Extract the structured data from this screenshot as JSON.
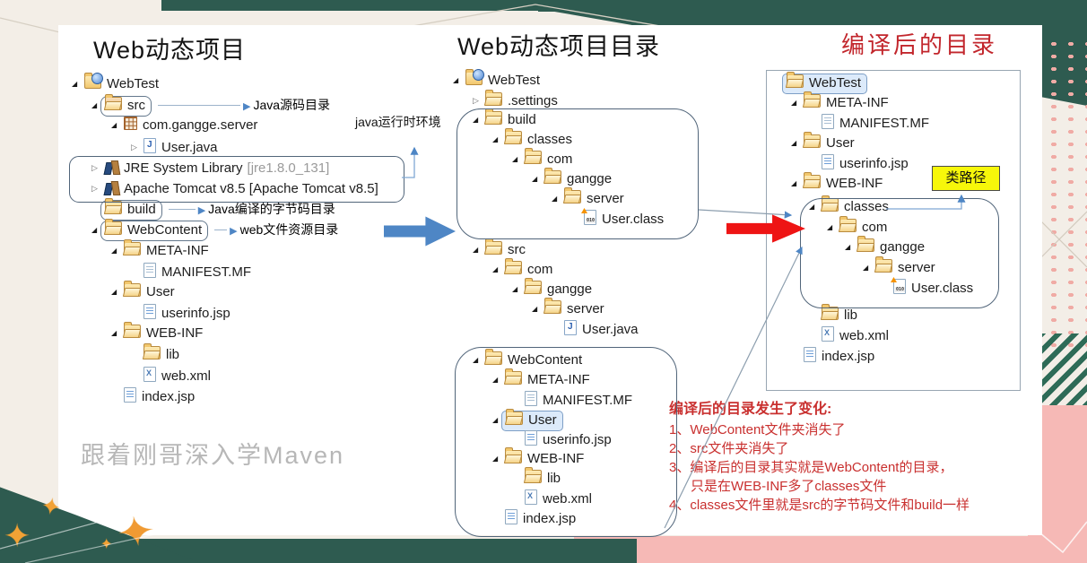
{
  "page": {
    "watermark": "跟着刚哥深入学Maven"
  },
  "colors": {
    "teal": "#2e5b50",
    "pink": "#f6b9b6",
    "pink_dot": "#f0aba5",
    "accent_blue": "#4e86c5",
    "accent_red": "#ee1414",
    "note_red": "#c9302f",
    "highlight_yellow": "#f7f70a"
  },
  "annotations": {
    "jre_env": "java运行时环境",
    "classpath": "类路径"
  },
  "columns": {
    "left": {
      "title": "Web动态项目",
      "tree": [
        {
          "label": "WebTest",
          "level": 0,
          "tw": "open",
          "icon": "project"
        },
        {
          "label": "src",
          "level": 1,
          "tw": "open",
          "icon": "srcfolder",
          "boxed": true,
          "note": {
            "line": 92,
            "text": "Java源码目录"
          }
        },
        {
          "label": "com.gangge.server",
          "level": 2,
          "tw": "open",
          "icon": "package"
        },
        {
          "label": "User.java",
          "level": 3,
          "tw": "closed",
          "icon": "java"
        },
        {
          "label": "JRE System Library",
          "suffix": "[jre1.8.0_131]",
          "level": 1,
          "tw": "closed",
          "icon": "lib"
        },
        {
          "label": "Apache Tomcat v8.5 [Apache Tomcat v8.5]",
          "level": 1,
          "tw": "closed",
          "icon": "lib"
        },
        {
          "label": "build",
          "level": 1,
          "tw": "none",
          "icon": "folder",
          "boxed": true,
          "note": {
            "line": 30,
            "text": "Java编译的字节码目录"
          }
        },
        {
          "label": "WebContent",
          "level": 1,
          "tw": "open",
          "icon": "folder",
          "boxed": true,
          "note": {
            "line": 14,
            "text": "web文件资源目录"
          }
        },
        {
          "label": "META-INF",
          "level": 2,
          "tw": "open",
          "icon": "folder"
        },
        {
          "label": "MANIFEST.MF",
          "level": 3,
          "tw": "none",
          "icon": "file"
        },
        {
          "label": "User",
          "level": 2,
          "tw": "open",
          "icon": "folder",
          "hl_lite": true
        },
        {
          "label": "userinfo.jsp",
          "level": 3,
          "tw": "none",
          "icon": "jsp"
        },
        {
          "label": "WEB-INF",
          "level": 2,
          "tw": "open",
          "icon": "folder"
        },
        {
          "label": "lib",
          "level": 3,
          "tw": "none",
          "icon": "folder"
        },
        {
          "label": "web.xml",
          "level": 3,
          "tw": "none",
          "icon": "xml"
        },
        {
          "label": "index.jsp",
          "level": 2,
          "tw": "none",
          "icon": "jsp"
        }
      ]
    },
    "middle": {
      "title": "Web动态项目目录",
      "tree": [
        {
          "label": "WebTest",
          "level": 0,
          "tw": "open",
          "icon": "project"
        },
        {
          "label": ".settings",
          "level": 1,
          "tw": "closed",
          "icon": "folder"
        },
        {
          "label": "build",
          "level": 1,
          "tw": "open",
          "icon": "folder"
        },
        {
          "label": "classes",
          "level": 2,
          "tw": "open",
          "icon": "folder"
        },
        {
          "label": "com",
          "level": 3,
          "tw": "open",
          "icon": "folder"
        },
        {
          "label": "gangge",
          "level": 4,
          "tw": "open",
          "icon": "folder"
        },
        {
          "label": "server",
          "level": 5,
          "tw": "open",
          "icon": "folder"
        },
        {
          "label": "User.class",
          "level": 6,
          "tw": "none",
          "icon": "class"
        },
        {
          "label": "src",
          "level": 1,
          "tw": "open",
          "icon": "folder",
          "gap": 13
        },
        {
          "label": "com",
          "level": 2,
          "tw": "open",
          "icon": "folder"
        },
        {
          "label": "gangge",
          "level": 3,
          "tw": "open",
          "icon": "folder"
        },
        {
          "label": "server",
          "level": 4,
          "tw": "open",
          "icon": "folder"
        },
        {
          "label": "User.java",
          "level": 5,
          "tw": "none",
          "icon": "java"
        },
        {
          "label": "WebContent",
          "level": 1,
          "tw": "open",
          "icon": "folder",
          "gap": 13
        },
        {
          "label": "META-INF",
          "level": 2,
          "tw": "open",
          "icon": "folder"
        },
        {
          "label": "MANIFEST.MF",
          "level": 3,
          "tw": "none",
          "icon": "file"
        },
        {
          "label": "User",
          "level": 2,
          "tw": "open",
          "icon": "folder",
          "boxed": true,
          "hl": true
        },
        {
          "label": "userinfo.jsp",
          "level": 3,
          "tw": "none",
          "icon": "jsp"
        },
        {
          "label": "WEB-INF",
          "level": 2,
          "tw": "open",
          "icon": "folder"
        },
        {
          "label": "lib",
          "level": 3,
          "tw": "none",
          "icon": "folder"
        },
        {
          "label": "web.xml",
          "level": 3,
          "tw": "none",
          "icon": "xml"
        },
        {
          "label": "index.jsp",
          "level": 2,
          "tw": "none",
          "icon": "jsp"
        }
      ]
    },
    "right": {
      "title": "编译后的目录",
      "tree": [
        {
          "label": "WebTest",
          "level": 0,
          "tw": "none",
          "icon": "folder",
          "boxed": true,
          "hl": true
        },
        {
          "label": "META-INF",
          "level": 1,
          "tw": "open",
          "icon": "folder"
        },
        {
          "label": "MANIFEST.MF",
          "level": 2,
          "tw": "none",
          "icon": "file"
        },
        {
          "label": "User",
          "level": 1,
          "tw": "open",
          "icon": "folder"
        },
        {
          "label": "userinfo.jsp",
          "level": 2,
          "tw": "none",
          "icon": "jsp"
        },
        {
          "label": "WEB-INF",
          "level": 1,
          "tw": "open",
          "icon": "folder"
        },
        {
          "label": "classes",
          "level": 2,
          "tw": "open",
          "icon": "folder",
          "gap": 4
        },
        {
          "label": "com",
          "level": 3,
          "tw": "open",
          "icon": "folder"
        },
        {
          "label": "gangge",
          "level": 4,
          "tw": "open",
          "icon": "folder"
        },
        {
          "label": "server",
          "level": 5,
          "tw": "open",
          "icon": "folder"
        },
        {
          "label": "User.class",
          "level": 6,
          "tw": "none",
          "icon": "class"
        },
        {
          "label": "lib",
          "level": 2,
          "tw": "none",
          "icon": "folder",
          "gap": 8
        },
        {
          "label": "web.xml",
          "level": 2,
          "tw": "none",
          "icon": "xml"
        },
        {
          "label": "index.jsp",
          "level": 1,
          "tw": "none",
          "icon": "jsp"
        }
      ]
    }
  },
  "notes": {
    "title": "编译后的目录发生了变化:",
    "items": [
      "1、WebContent文件夹消失了",
      "2、src文件夹消失了",
      "3、编译后的目录其实就是WebContent的目录，",
      "只是在WEB-INF多了classes文件",
      "4、classes文件里就是src的字节码文件和build一样"
    ]
  }
}
